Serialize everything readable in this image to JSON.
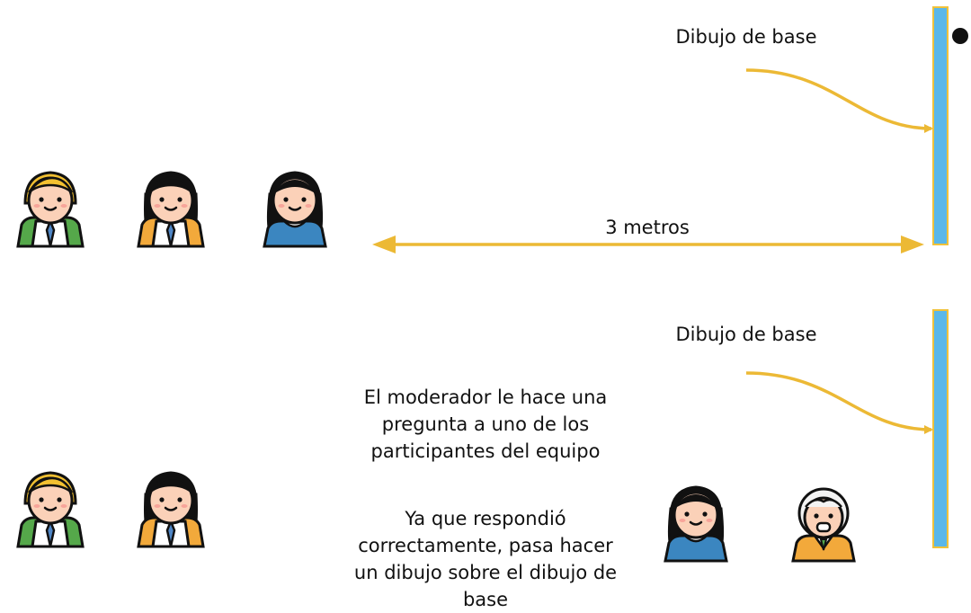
{
  "colors": {
    "board_fill": "#5ab7e9",
    "board_edge": "#f0c23a",
    "arrow": "#ecb935",
    "outline": "#111111",
    "blond_hair": "#f2c031",
    "black_hair": "#111111",
    "white_hair": "#f3f3f3",
    "skin": "#fbd1b8",
    "cheek": "#f7a59a",
    "backpack_green": "#55a84a",
    "backpack_orange": "#f2a93b",
    "tie_blue": "#4f86c6",
    "shirt_blue": "#3b86c0",
    "sweater_orange": "#f2a93b"
  },
  "top_panel": {
    "board_label": "Dibujo de base",
    "distance_label": "3 metros"
  },
  "bottom_panel": {
    "board_label": "Dibujo de base",
    "explanation_1": [
      "El moderador le hace una",
      "pregunta a uno de los",
      "participantes del equipo"
    ],
    "explanation_2": [
      "Ya que respondió",
      "correctamente, pasa hacer",
      "un dibujo sobre el dibujo de",
      "base"
    ]
  },
  "icons": {
    "boy": "student-boy-icon",
    "girl_backpack": "student-girl-icon",
    "girl": "girl-icon",
    "moderator": "elderly-moderator-icon"
  }
}
